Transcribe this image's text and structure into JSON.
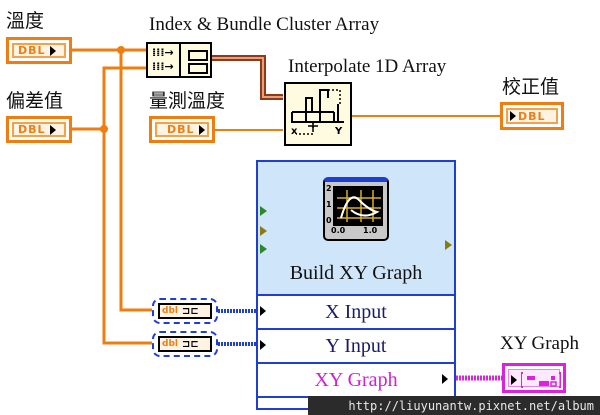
{
  "diagram": {
    "controls": [
      {
        "label": "溫度",
        "type": "DBL"
      },
      {
        "label": "偏差值",
        "type": "DBL"
      },
      {
        "label": "量測溫度",
        "type": "DBL"
      }
    ],
    "indicators": [
      {
        "label": "校正值",
        "type": "DBL"
      },
      {
        "label": "XY Graph",
        "type": "XY Graph"
      }
    ],
    "nodes": {
      "index_bundle": {
        "label": "Index & Bundle Cluster Array"
      },
      "interpolate": {
        "label": "Interpolate 1D Array",
        "x_terminal": "x",
        "y_terminal": "Y"
      },
      "build_xy": {
        "label": "Build XY Graph",
        "icon_ticks": {
          "y": [
            "2",
            "1",
            "0"
          ],
          "x": [
            "0.0",
            "1.0"
          ]
        },
        "rows": [
          "X Input",
          "Y Input",
          "XY Graph"
        ]
      },
      "convert_to_dynamic": [
        {
          "glyph": "dbl"
        },
        {
          "glyph": "dbl"
        }
      ]
    },
    "colors": {
      "numeric_wire": "#f07d10",
      "cluster_wire": "#8b3a1a",
      "dynamic_wire": "#1e3fd0",
      "xy_graph_wire": "#e020e0",
      "express_border": "#1e3fd0",
      "express_header_bg": "#cfe5fa"
    }
  },
  "watermark": "http://liuyunantw.pixnet.net/album"
}
